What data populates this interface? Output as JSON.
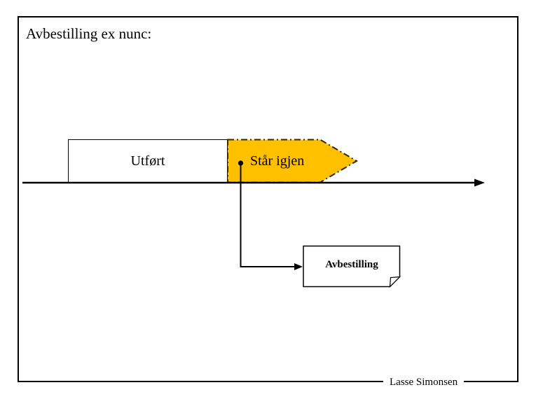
{
  "title": "Avbestilling ex nunc:",
  "footer": {
    "author": "Lasse Simonsen"
  },
  "diagram": {
    "done_box": {
      "label": "Utført"
    },
    "remaining_arrow": {
      "label": "Står igjen"
    },
    "cancellation_note": {
      "label": "Avbestilling"
    }
  },
  "colors": {
    "background": "#FFFFFF",
    "ink": "#000000",
    "arrow_fill": "#FFC000",
    "arrow_border": "#332900"
  }
}
